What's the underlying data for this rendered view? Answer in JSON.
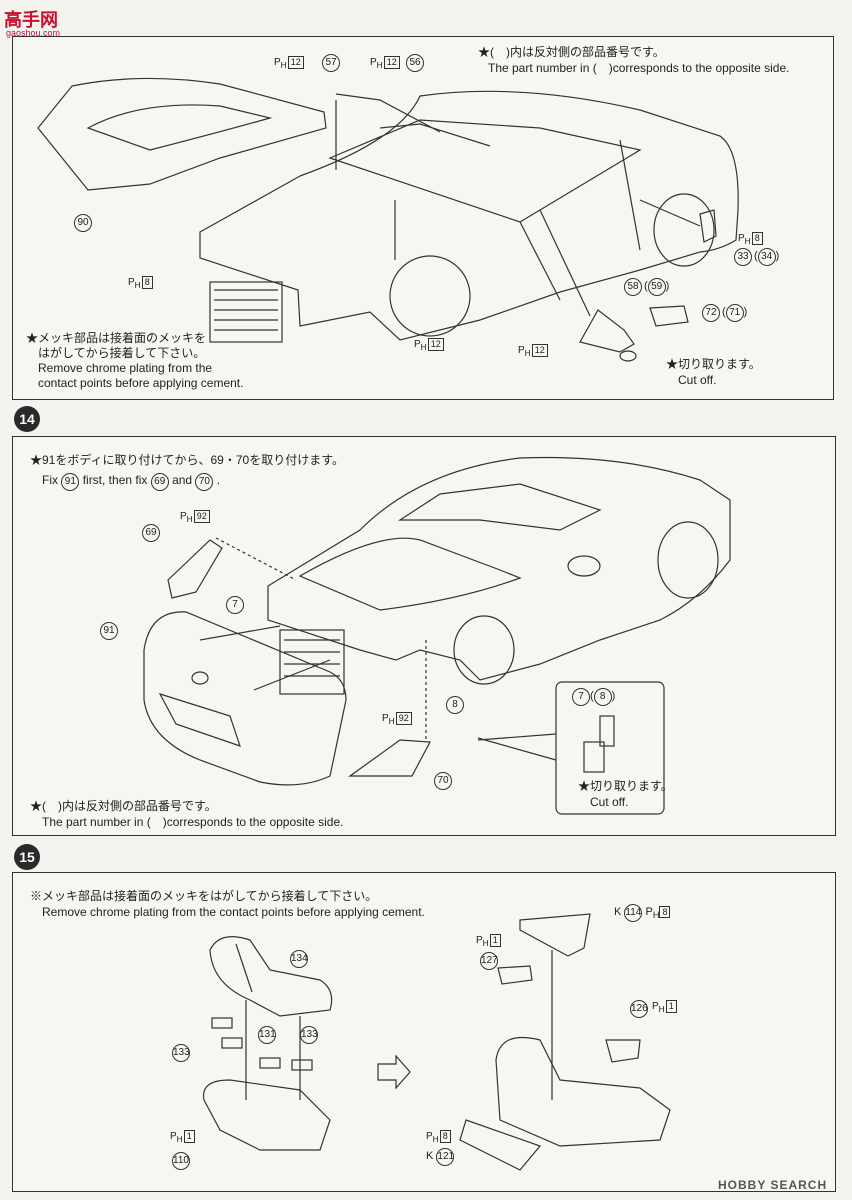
{
  "watermark_top": {
    "brand_cn": "高手网",
    "brand_url": "gaoshou.com"
  },
  "watermark_bottom": {
    "label": "HOBBY SEARCH"
  },
  "step13": {
    "note_top_jp": "★(　)内は反対側の部品番号です。",
    "note_top_en": "The part number in (　)corresponds to the opposite side.",
    "note_bottom_jp_1": "★メッキ部品は接着面のメッキを",
    "note_bottom_jp_2": "はがしてから接着して下さい。",
    "note_bottom_en_1": "Remove chrome plating from the",
    "note_bottom_en_2": "contact points before applying cement.",
    "cut_jp": "★切り取ります。",
    "cut_en": "Cut off.",
    "parts": {
      "p57": "57",
      "p56": "56",
      "p90": "90",
      "p58": "58",
      "p59": "59",
      "p72": "72",
      "p71": "71",
      "p33": "33",
      "p34": "34"
    },
    "ph_labels": {
      "ph12_a": "12",
      "ph12_b": "12",
      "ph8_a": "8",
      "ph8_b": "8",
      "ph12_c": "12",
      "ph12_d": "12"
    }
  },
  "step14": {
    "number": "14",
    "note_jp": "★91をボディに取り付けてから、69・70を取り付けます。",
    "note_en_1": "Fix",
    "note_en_2": "first, then fix",
    "note_en_3": "and",
    "note_en_4": ".",
    "note_bottom_jp": "★(　)内は反対側の部品番号です。",
    "note_bottom_en": "The part number in (　)corresponds to the opposite side.",
    "cut_jp": "★切り取ります。",
    "cut_en": "Cut off.",
    "parts": {
      "p91": "91",
      "p69": "69",
      "p70": "70",
      "p7": "7",
      "p8": "8",
      "p7b": "7",
      "p8b": "8"
    },
    "ph_labels": {
      "ph92_a": "92",
      "ph92_b": "92"
    }
  },
  "step15": {
    "number": "15",
    "note_jp": "※メッキ部品は接着面のメッキをはがしてから接着して下さい。",
    "note_en": "Remove chrome plating from the contact points before applying cement.",
    "parts": {
      "p134": "134",
      "p133a": "133",
      "p131": "131",
      "p133b": "133",
      "p110": "110",
      "p127": "127",
      "p114": "114",
      "p126": "126",
      "p121": "121"
    },
    "ph_labels": {
      "ph1_a": "1",
      "ph1_b": "1",
      "ph1_c": "1",
      "ph8_a": "8",
      "ph8_b": "8"
    },
    "k_label": "K"
  },
  "ph_prefix": "P",
  "ph_sub": "H"
}
